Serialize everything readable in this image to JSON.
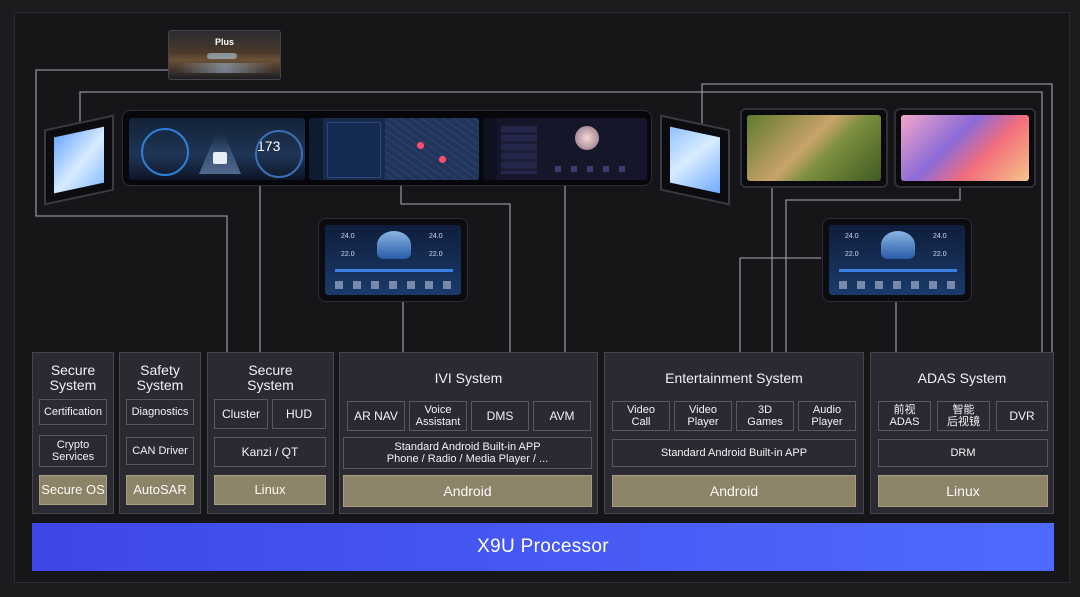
{
  "processor": {
    "label": "X9U Processor"
  },
  "displays": {
    "hud": {
      "text": "Plus"
    },
    "cluster": {
      "speed": "173"
    }
  },
  "hmi_panels": [
    {
      "values": [
        "24.0",
        "22.0",
        "24.0",
        "22.0"
      ]
    },
    {
      "values": [
        "24.0",
        "22.0",
        "24.0",
        "22.0"
      ]
    }
  ],
  "columns": [
    {
      "id": "secure-system-1",
      "title": [
        "Secure",
        "System"
      ],
      "items": [
        [
          "Certification"
        ],
        [
          "Crypto",
          "Services"
        ]
      ],
      "os": "Secure OS"
    },
    {
      "id": "safety-system",
      "title": [
        "Safety",
        "System"
      ],
      "items": [
        [
          "Diagnostics"
        ],
        [
          "CAN Driver"
        ]
      ],
      "os": "AutoSAR"
    },
    {
      "id": "secure-system-2",
      "title": [
        "Secure",
        "System"
      ],
      "items": [
        [
          "Cluster"
        ],
        [
          "HUD"
        ],
        [
          "Kanzi / QT"
        ]
      ],
      "os": "Linux"
    },
    {
      "id": "ivi-system",
      "title": [
        "IVI System"
      ],
      "items": [
        [
          "AR NAV"
        ],
        [
          "Voice",
          "Assistant"
        ],
        [
          "DMS"
        ],
        [
          "AVM"
        ]
      ],
      "wide": [
        "Standard Android Built-in APP",
        "Phone / Radio / Media Player / ..."
      ],
      "os": "Android"
    },
    {
      "id": "entertainment-system",
      "title": [
        "Entertainment System"
      ],
      "items": [
        [
          "Video",
          "Call"
        ],
        [
          "Video",
          "Player"
        ],
        [
          "3D",
          "Games"
        ],
        [
          "Audio",
          "Player"
        ]
      ],
      "wide": [
        "Standard Android Built-in APP"
      ],
      "os": "Android"
    },
    {
      "id": "adas-system",
      "title": [
        "ADAS System"
      ],
      "items": [
        [
          "前视",
          "ADAS"
        ],
        [
          "智能",
          "后视镜"
        ],
        [
          "DVR"
        ]
      ],
      "wide": [
        "DRM"
      ],
      "os": "Linux"
    }
  ],
  "colors": {
    "processor": "#4759f5",
    "os_box": "#8d8368",
    "box": "#2b2a33",
    "line": "#9a9aa2"
  }
}
